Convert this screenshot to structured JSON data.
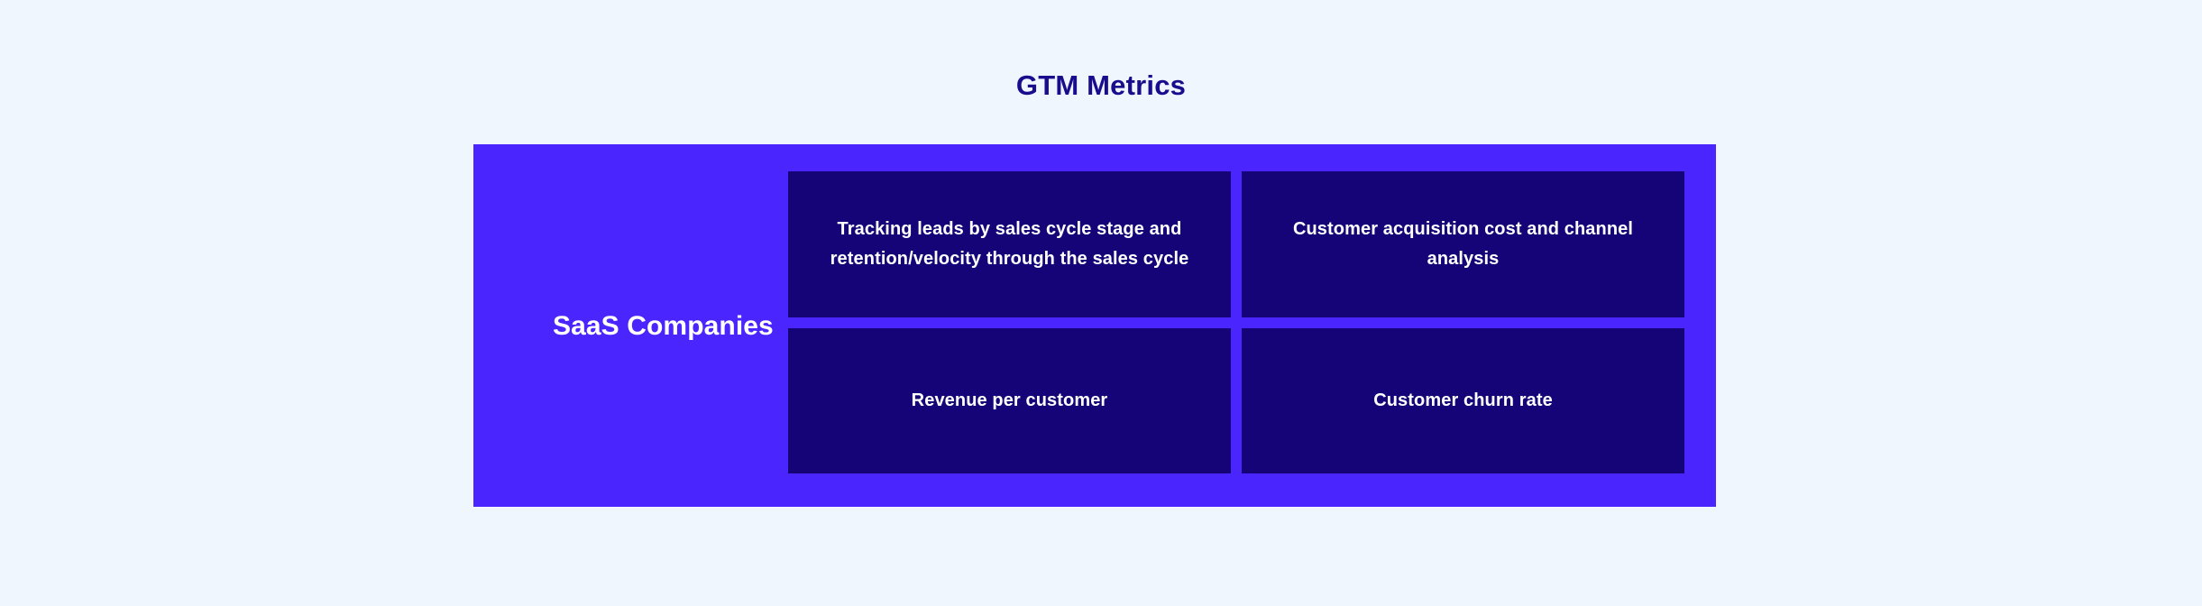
{
  "title": "GTM Metrics",
  "colors": {
    "page_background": "#eff6fe",
    "title_text": "#1a0c8c",
    "matrix_background": "#4a25fd",
    "card_background": "#140478",
    "card_text": "#ffffff",
    "row_label_text": "#ffffff"
  },
  "matrix": {
    "row_label": "SaaS Companies",
    "cards": [
      {
        "text": "Tracking leads by sales cycle stage and retention/velocity through the sales cycle"
      },
      {
        "text": "Customer acquisition cost and channel analysis"
      },
      {
        "text": "Revenue per customer"
      },
      {
        "text": "Customer churn rate"
      }
    ]
  },
  "chart_data": {
    "type": "table",
    "title": "GTM Metrics",
    "xlabel": "",
    "ylabel": "",
    "grid": false,
    "legend": "none",
    "row_headers": [
      "SaaS Companies"
    ],
    "columns": 2,
    "rows": 2,
    "cells": [
      [
        "Tracking leads by sales cycle stage and retention/velocity through the sales cycle",
        "Customer acquisition cost and channel analysis"
      ],
      [
        "Revenue per customer",
        "Customer churn rate"
      ]
    ]
  }
}
